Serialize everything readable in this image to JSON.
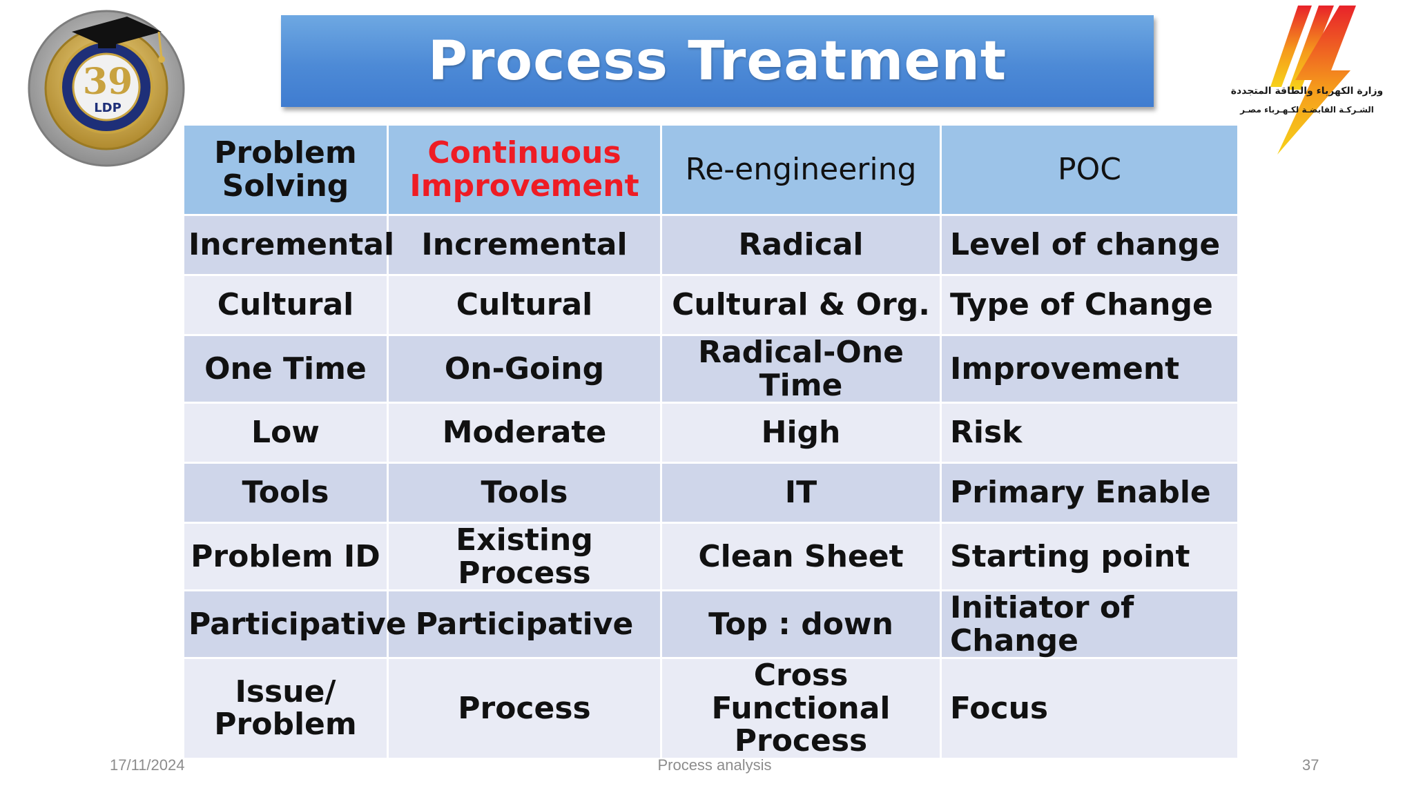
{
  "title": "Process Treatment",
  "logo_left": {
    "number": "39",
    "letters": "LDP"
  },
  "logo_right": {
    "line1": "وزارة الكهرباء والطاقة المتجددة",
    "line2": "الشـركـة القابضـة لكـهـرباء مصـر"
  },
  "table": {
    "headers": [
      "Problem Solving",
      "Continuous Improvement",
      "Re-engineering",
      "POC"
    ],
    "rows": [
      [
        "Incremental",
        "Incremental",
        "Radical",
        "Level of change"
      ],
      [
        "Cultural",
        "Cultural",
        "Cultural & Org.",
        "Type of Change"
      ],
      [
        "One Time",
        "On-Going",
        "Radical-One Time",
        "Improvement"
      ],
      [
        "Low",
        "Moderate",
        "High",
        "Risk"
      ],
      [
        "Tools",
        "Tools",
        "IT",
        "Primary Enable"
      ],
      [
        "Problem ID",
        "Existing Process",
        "Clean Sheet",
        "Starting point"
      ],
      [
        "Participative",
        "Participative",
        "Top : down",
        "Initiator of Change"
      ],
      [
        "Issue/ Problem",
        "Process",
        "Cross Functional Process",
        "Focus"
      ]
    ]
  },
  "footer": {
    "date": "17/11/2024",
    "center": "Process analysis",
    "page": "37"
  },
  "colors": {
    "title_bar": "#4d8ad6",
    "header_row": "#9cc3e8",
    "row_dark": "#cfd6ea",
    "row_light": "#e9ebf5",
    "highlight_red": "#ee1c24"
  }
}
